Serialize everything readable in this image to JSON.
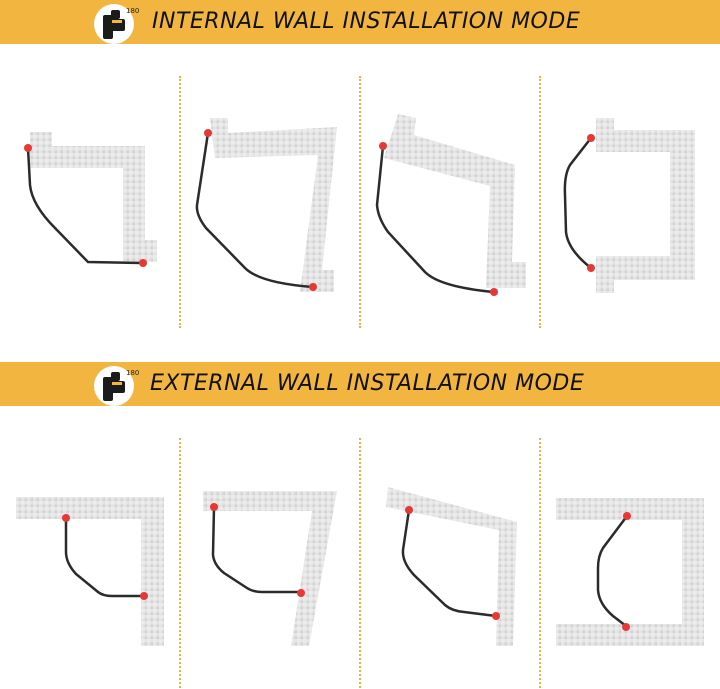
{
  "sections": {
    "internal": {
      "title": "INTERNAL WALL INSTALLATION MODE",
      "icon": "wall-mount-180-icon",
      "badge": "180"
    },
    "external": {
      "title": "EXTERNAL WALL INSTALLATION MODE",
      "icon": "wall-mount-180-icon",
      "badge": "180"
    }
  },
  "colors": {
    "banner": "#f2b540",
    "tile_light": "#e6e6e6",
    "tile_dark": "#cfcfcf",
    "cable": "#2b2b2b",
    "endpoint": "#e53935",
    "separator": "#e7b24a"
  }
}
